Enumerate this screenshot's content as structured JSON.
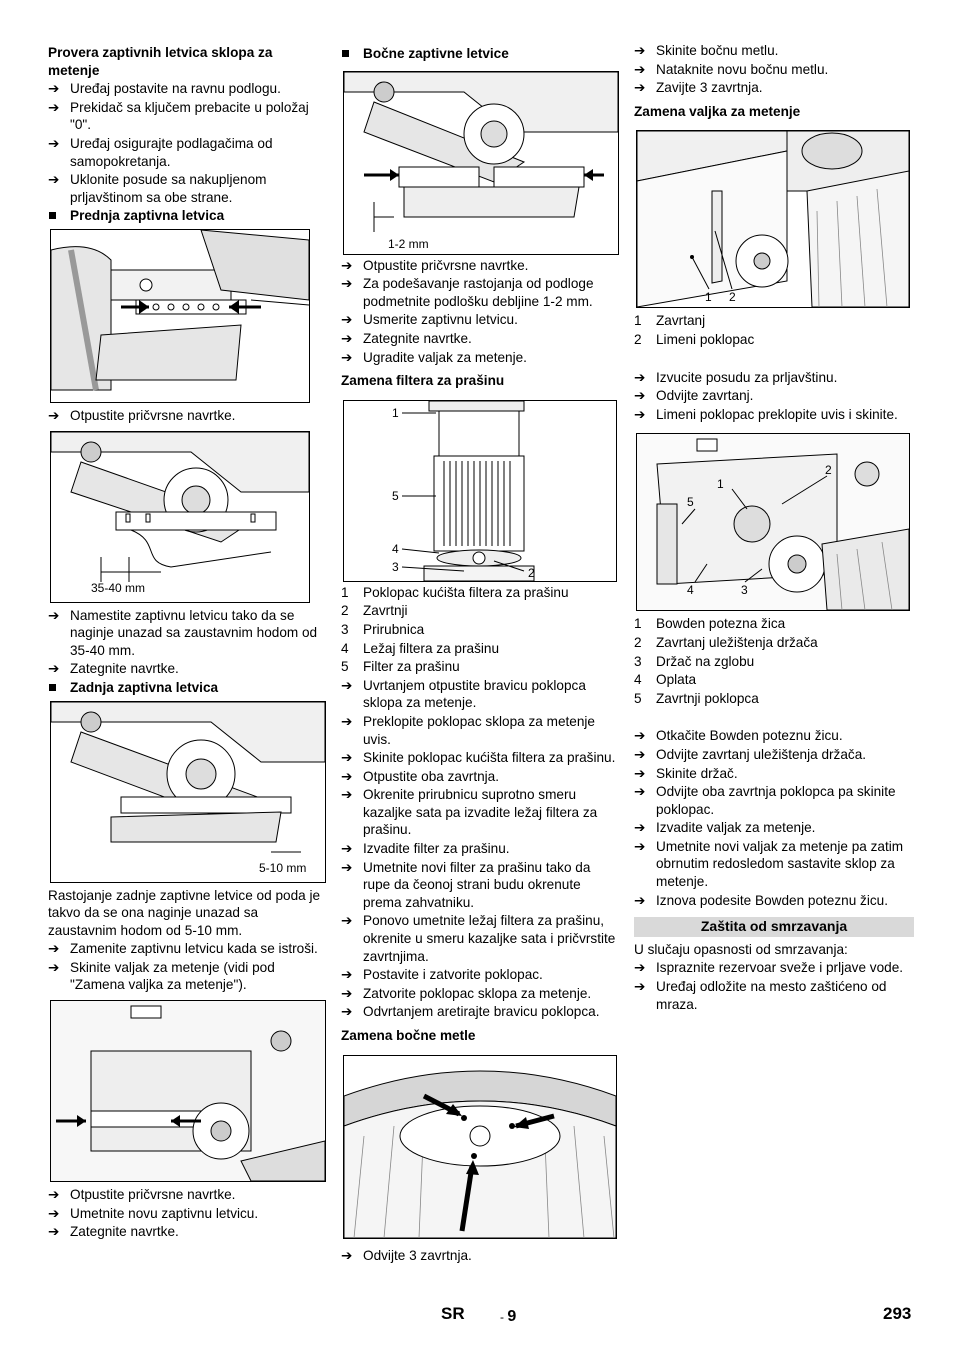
{
  "col1": {
    "heading": "Provera zaptivnih letvica sklopa za metenje",
    "steps1": [
      "Uređaj postavite na ravnu podlogu.",
      "Prekidač sa ključem prebacite u položaj \"0\".",
      "Uređaj osigurajte podlagačima od samopokretanja.",
      "Uklonite posude sa nakupljenom prljavštinom sa obe strane."
    ],
    "front_strip": "Prednja zaptivna letvica",
    "step_loosen": "Otpustite pričvrsne navrtke.",
    "fig2_label": "35-40 mm",
    "steps2": [
      "Namestite zaptivnu letvicu tako da se naginje unazad sa zaustavnim hodom od 35-40 mm.",
      "Zategnite navrtke."
    ],
    "rear_strip": "Zadnja zaptivna letvica",
    "fig3_label": "5-10 mm",
    "paragraph": "Rastojanje zadnje zaptivne letvice od poda je takvo da se ona naginje unazad sa zaustavnim hodom od 5-10 mm.",
    "steps3": [
      "Zamenite zaptivnu letvicu kada se istroši.",
      "Skinite valjak za metenje (vidi pod \"Zamena valjka za metenje\")."
    ],
    "steps4": [
      "Otpustite pričvrsne navrtke.",
      "Umetnite novu zaptivnu letvicu.",
      "Zategnite navrtke."
    ]
  },
  "col2": {
    "side_strips": "Bočne zaptivne letvice",
    "fig1_label": "1-2 mm",
    "steps1": [
      "Otpustite pričvrsne navrtke.",
      "Za podešavanje rastojanja od podloge podmetnite podlošku debljine 1-2 mm.",
      "Usmerite zaptivnu letvicu.",
      "Zategnite navrtke.",
      "Ugradite valjak za metenje."
    ],
    "filter_heading": "Zamena filtera za prašinu",
    "filter_callouts": [
      "1",
      "5",
      "4",
      "3",
      "2"
    ],
    "filter_legend": [
      {
        "n": "1",
        "t": "Poklopac kućišta filtera za prašinu"
      },
      {
        "n": "2",
        "t": "Zavrtnji"
      },
      {
        "n": "3",
        "t": "Prirubnica"
      },
      {
        "n": "4",
        "t": "Ležaj filtera za prašinu"
      },
      {
        "n": "5",
        "t": "Filter za prašinu"
      }
    ],
    "steps2": [
      "Uvrtanjem otpustite bravicu poklopca sklopa za metenje.",
      "Preklopite poklopac sklopa za metenje uvis.",
      "Skinite poklopac kućišta filtera za prašinu.",
      "Otpustite oba zavrtnja.",
      "Okrenite prirubnicu suprotno smeru kazaljke sata pa izvadite ležaj filtera za prašinu.",
      "Izvadite filter za prašinu.",
      "Umetnite novi filter za prašinu tako da rupe da čeonoj strani budu okrenute prema zahvatniku.",
      "Ponovo umetnite ležaj filtera za prašinu, okrenite u smeru kazaljke sata i pričvrstite zavrtnjima.",
      "Postavite i zatvorite poklopac.",
      "Zatvorite poklopac sklopa za metenje.",
      "Odvrtanjem aretirajte bravicu poklopca."
    ],
    "brush_heading": "Zamena bočne metle",
    "step_last": "Odvijte 3 zavrtnja."
  },
  "col3": {
    "steps1": [
      "Skinite bočnu metlu.",
      "Nataknite novu bočnu metlu.",
      "Zavijte 3 zavrtnja."
    ],
    "roller_heading": "Zamena valjka za metenje",
    "fig1_callouts": [
      "1",
      "2"
    ],
    "legend1": [
      {
        "n": "1",
        "t": "Zavrtanj"
      },
      {
        "n": "2",
        "t": "Limeni poklopac"
      }
    ],
    "steps2": [
      "Izvucite posudu za prljavštinu.",
      "Odvijte zavrtanj.",
      "Limeni poklopac preklopite uvis i skinite."
    ],
    "fig2_callouts": [
      "1",
      "2",
      "5",
      "4",
      "3"
    ],
    "legend2": [
      {
        "n": "1",
        "t": "Bowden potezna žica"
      },
      {
        "n": "2",
        "t": "Zavrtanj uležištenja držača"
      },
      {
        "n": "3",
        "t": "Držač na zglobu"
      },
      {
        "n": "4",
        "t": "Oplata"
      },
      {
        "n": "5",
        "t": "Zavrtnji poklopca"
      }
    ],
    "steps3": [
      "Otkačite Bowden poteznu žicu.",
      "Odvijte zavrtanj uležištenja držača.",
      "Skinite držač.",
      "Odvijte oba zavrtnja poklopca pa skinite poklopac.",
      "Izvadite valjak za metenje.",
      "Umetnite novi valjak za metenje pa zatim obrnutim redosledom sastavite sklop za metenje.",
      "Iznova podesite Bowden poteznu žicu."
    ],
    "section_title": "Zaštita od smrzavanja",
    "frost_intro": "U slučaju opasnosti od smrzavanja:",
    "steps4": [
      "Ispraznite rezervoar sveže i prljave vode.",
      "Uređaj odložite na mesto zaštićeno od mraza."
    ]
  },
  "footer": {
    "lang": "SR",
    "dash": "-",
    "page_local": "9",
    "page_total": "293"
  },
  "arrow_glyph": "➔"
}
